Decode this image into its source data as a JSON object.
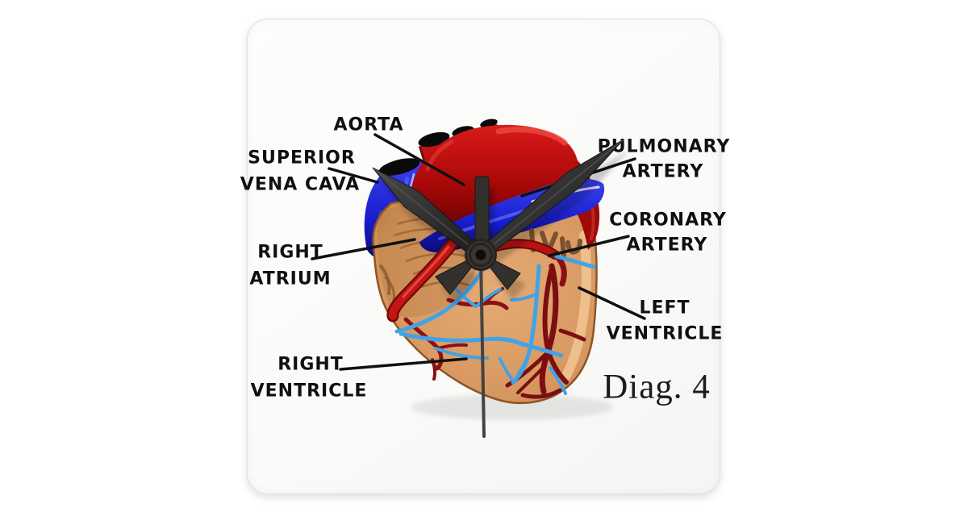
{
  "product": {
    "description_visible": "Square wall clock printed with a labeled human heart anatomy diagram"
  },
  "diagram": {
    "caption": "Diag. 4",
    "labels": [
      {
        "id": "aorta",
        "lines": [
          "AORTA"
        ]
      },
      {
        "id": "superior-vena-cava",
        "lines": [
          "SUPERIOR",
          "VENA CAVA"
        ]
      },
      {
        "id": "pulmonary-artery",
        "lines": [
          "PULMONARY",
          "ARTERY"
        ]
      },
      {
        "id": "coronary-artery",
        "lines": [
          "CORONARY",
          "ARTERY"
        ]
      },
      {
        "id": "right-atrium",
        "lines": [
          "RIGHT",
          "ATRIUM"
        ]
      },
      {
        "id": "left-ventricle",
        "lines": [
          "LEFT",
          "VENTRICLE"
        ]
      },
      {
        "id": "right-ventricle",
        "lines": [
          "RIGHT",
          "VENTRICLE"
        ]
      }
    ]
  },
  "clock": {
    "time_displayed": {
      "hours": 10,
      "minutes": 9,
      "seconds": 30
    },
    "hands": {
      "hour_angle_deg": 309,
      "minute_angle_deg": 51,
      "second_angle_deg": 181
    }
  },
  "colors": {
    "background": "#ffffff",
    "clock_face": "#fbfbf9",
    "label_text": "#101010",
    "aorta_red": "#c01313",
    "dark_red_vessel": "#7c0e12",
    "pulmonary_blue": "#1b20d8",
    "vein_blue": "#3fa3e8",
    "muscle_tan": "#d6975f",
    "hands_black": "#2b2b2b"
  }
}
